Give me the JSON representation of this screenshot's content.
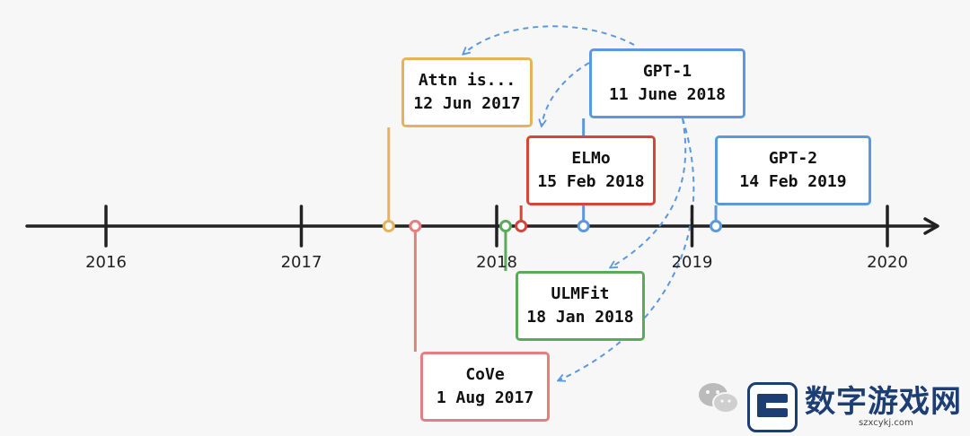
{
  "axis": {
    "years": [
      "2016",
      "2017",
      "2018",
      "2019",
      "2020"
    ]
  },
  "events": [
    {
      "id": "attn",
      "name": "Attn is...",
      "date": "12 Jun 2017",
      "color": "#e8b15c"
    },
    {
      "id": "cove",
      "name": "CoVe",
      "date": "1 Aug 2017",
      "color": "#e57f7f"
    },
    {
      "id": "ulmfit",
      "name": "ULMFit",
      "date": "18 Jan 2018",
      "color": "#5aaa59"
    },
    {
      "id": "elmo",
      "name": "ELMo",
      "date": "15 Feb 2018",
      "color": "#d8433c"
    },
    {
      "id": "gpt1",
      "name": "GPT-1",
      "date": "11 June 2018",
      "color": "#5b98e0"
    },
    {
      "id": "gpt2",
      "name": "GPT-2",
      "date": "14 Feb 2019",
      "color": "#5b98e0"
    }
  ],
  "influence_arrows": [
    {
      "from": "gpt1",
      "to": "attn"
    },
    {
      "from": "gpt1",
      "to": "elmo"
    },
    {
      "from": "gpt1",
      "to": "ulmfit"
    },
    {
      "from": "gpt1",
      "to": "cove"
    }
  ],
  "colors": {
    "axis": "#222222",
    "arrow": "#5b98e0"
  },
  "watermark": {
    "logo_name": "数字游戏网",
    "logo_url": "szxcykj.com",
    "icons": [
      "wechat-icon",
      "site-logo-icon"
    ]
  }
}
